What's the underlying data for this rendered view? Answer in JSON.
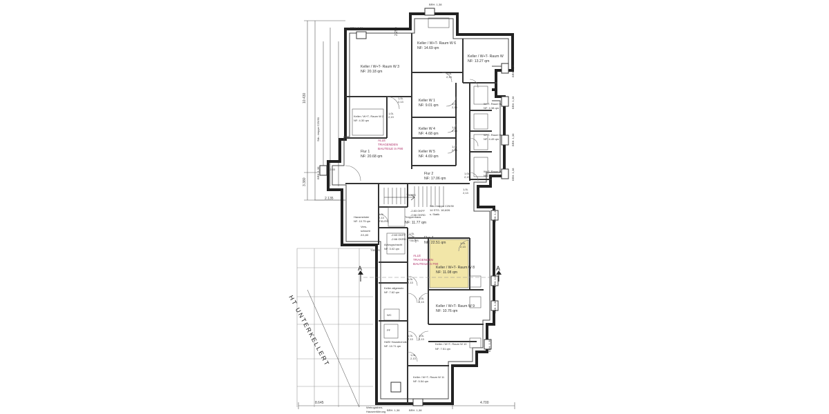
{
  "colors": {
    "wall": "#222222",
    "line": "#555555",
    "highlight": "#f2e6a8",
    "note": "#b0306a"
  },
  "rooms": [
    {
      "key": "w6",
      "name": "Keller / W+T- Raum W 6",
      "area": "NF: 14.69 qm"
    },
    {
      "key": "w7",
      "name": "Keller / W+T- Raum W",
      "area": "NF: 13.27 qm"
    },
    {
      "key": "w3",
      "name": "Keller / W+T- Raum W 3",
      "area": "NF: 20.18 qm"
    },
    {
      "key": "kw1",
      "name": "Keller W 1",
      "area": "NF: 9.01 qm"
    },
    {
      "key": "w2",
      "name": "Keller / W+T- Raum W 2",
      "area": "NF: 4.30 qm"
    },
    {
      "key": "kw4",
      "name": "Keller W 4",
      "area": "NF: 4.68 qm"
    },
    {
      "key": "kw5",
      "name": "Keller W 5",
      "area": "NF: 4.69 qm"
    },
    {
      "key": "flur1",
      "name": "Flur 1",
      "area": "NF: 20.68 qm"
    },
    {
      "key": "flur2",
      "name": "Flur 2",
      "area": "NF: 17.06 qm"
    },
    {
      "key": "treppenhaus",
      "name": "Treppenhaus",
      "area": "NF: 11.77 qm"
    },
    {
      "key": "flur4",
      "name": "Flur 4",
      "area": "NF: 22.51 qm"
    },
    {
      "key": "w8",
      "name": "Keller / W+T- Raum W 8",
      "area": "NF: 11.08 qm"
    },
    {
      "key": "w9",
      "name": "Keller / W+T- Raum W 9",
      "area": "NF: 10.76 qm"
    },
    {
      "key": "w10",
      "name": "Keller / W+T- Raum W 10",
      "area": "NF: 7.51 qm"
    },
    {
      "key": "w11",
      "name": "Keller / W+T- Raum W 11",
      "area": "NF: 5.54 qm"
    },
    {
      "key": "hausmeister",
      "name": "Hausmeister",
      "area": "NF: 10.75 qm"
    },
    {
      "key": "haustechnik",
      "name": "HAR/ Haustechnik",
      "area": "NF: 10.71 qm"
    },
    {
      "key": "keller_allg",
      "name": "Keller allgemein",
      "area": "NF: 7.62 qm"
    },
    {
      "key": "aufzug",
      "name": "Aufzugschacht",
      "area": "NF: 3.02 qm"
    }
  ],
  "small_rooms": {
    "s_w_r1": {
      "name": "W+T- Raum W",
      "area": "NF: 4.38 qm"
    },
    "s_w_r2": {
      "name": "W+T- Raum W",
      "area": "NF: 4.49 qm"
    },
    "s_w_r3": {
      "name": "W+T- Raum W",
      "area": "NF: 4.30 qm"
    }
  },
  "notes": {
    "alle1": [
      "ALLE",
      "TRAGENDEN",
      "BAUTEILE in F90"
    ],
    "alle2": [
      "ALLE",
      "TRAGENDEN",
      "BAUTEILE in F90"
    ],
    "treppe": [
      "Stb.- treppe C25/30",
      "14 STG. 18,6/26",
      "s. Statik"
    ],
    "treppe_side": "Stb.- treppe C25/30"
  },
  "door_tags": {
    "door": "1,0L",
    "door_h": "2,13",
    "t30": "T30-RS"
  },
  "dims": {
    "top_2250": "2.250",
    "left_10430": "10.430",
    "left_3380": "3.380",
    "left_2135": "2.135",
    "bottom_8645": "8.645",
    "bottom_4700": "4.700",
    "elev_283": "-2.83",
    "elev_283_b": "-2.83 OKFF",
    "elev_266": "-2.66 OKRD",
    "elev_263": "-2.63 OKFF",
    "elev_265": "-2.66 OKRD"
  },
  "window_tags": {
    "brh": "BRH. 1,38"
  },
  "section": {
    "label": "A"
  },
  "hatch_label": "HT UNTERKELLERT",
  "entrance": [
    "Wetrograben-",
    "Hauseinführung"
  ],
  "verschiebe": [
    "Vers-",
    "schacht",
    "2/1,83"
  ],
  "nf_label": "NF:",
  "wc_label": "WC",
  "pf_label": "PF",
  "steps": "1,00"
}
